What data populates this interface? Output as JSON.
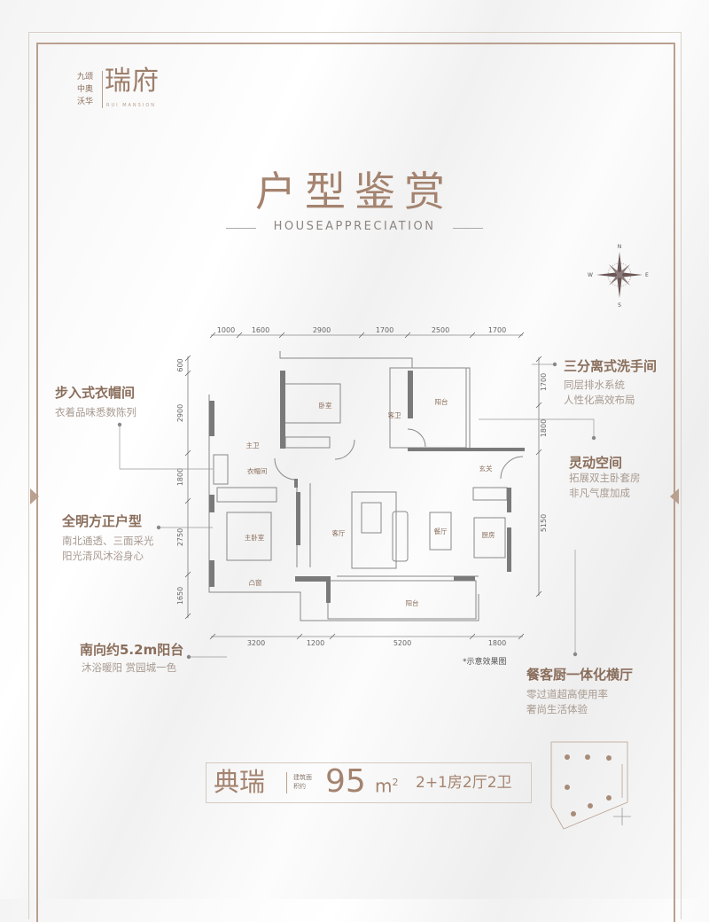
{
  "brand": {
    "small_lines": [
      "九颂",
      "中奥",
      "沃华"
    ],
    "name": "瑞府",
    "english": "RUI MANSION"
  },
  "header": {
    "title": "户型鉴赏",
    "subtitle": "HOUSEAPPRECIATION"
  },
  "compass": {
    "n": "N",
    "s": "S",
    "e": "E",
    "w": "W"
  },
  "floorplan": {
    "dims_top": [
      "1000",
      "1600",
      "2900",
      "1700",
      "2500",
      "1700"
    ],
    "dims_bottom": [
      "3200",
      "1200",
      "5200",
      "1800"
    ],
    "dims_left": [
      "600",
      "2900",
      "1800",
      "2750",
      "1650"
    ],
    "dims_right": [
      "1700",
      "1800",
      "5150"
    ],
    "rooms": {
      "bedroom": "卧室",
      "guest_bath": "客卫",
      "balcony_north": "阳台",
      "master_bath": "主卫",
      "cloakroom": "衣帽间",
      "entrance": "玄关",
      "master_bedroom": "主卧室",
      "living": "客厅",
      "dining": "餐厅",
      "kitchen": "厨房",
      "bay_window": "凸窗",
      "balcony_south": "阳台"
    },
    "note": "*示意效果图"
  },
  "callouts": [
    {
      "title": "步入式衣帽间",
      "lines": [
        "衣着品味悉数陈列"
      ]
    },
    {
      "title": "全明方正户型",
      "lines": [
        "南北通透、三面采光",
        "阳光清风沐浴身心"
      ]
    },
    {
      "title": "南向约5.2m阳台",
      "lines": [
        "沐浴暖阳 赏园城一色"
      ]
    },
    {
      "title": "三分离式洗手间",
      "lines": [
        "同层排水系统",
        "人性化高效布局"
      ]
    },
    {
      "title": "灵动空间",
      "lines": [
        "拓展双主卧套房",
        "非凡气度加成"
      ]
    },
    {
      "title": "餐客厨一体化横厅",
      "lines": [
        "零过道超高使用率",
        "奢尚生活体验"
      ]
    }
  ],
  "unit_info": {
    "name": "典瑞",
    "area_label": "建筑面积约",
    "area": "95",
    "unit": "m",
    "unit_sup": "2",
    "layout": "2+1房2厅2卫"
  },
  "colors": {
    "accent": "#a4836f",
    "frame": "#b9a08f",
    "wall": "#777777"
  }
}
